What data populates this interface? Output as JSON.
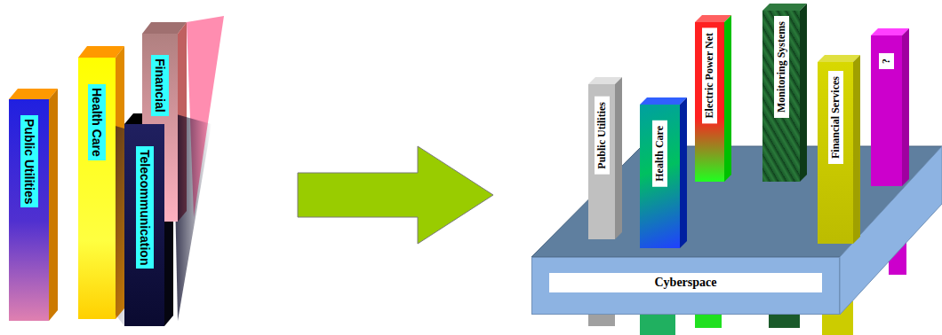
{
  "diagram": {
    "nodes": [
      {
        "text": [
          "Public Utilities"
        ]
      },
      {
        "text": [
          "Health Care"
        ]
      },
      {
        "text": [
          "Financial"
        ]
      },
      {
        "text": [
          "Telecommunication"
        ]
      },
      {
        "text": [
          "Public Utilities"
        ]
      },
      {
        "text": [
          "Health Care"
        ]
      },
      {
        "text": [
          "Electric Power Net"
        ]
      },
      {
        "text": [
          "Monitoring Systems"
        ]
      },
      {
        "text": [
          "Financial Services"
        ]
      },
      {
        "text": [
          "?"
        ]
      },
      {
        "text": [
          "Cyberspace"
        ]
      }
    ]
  }
}
